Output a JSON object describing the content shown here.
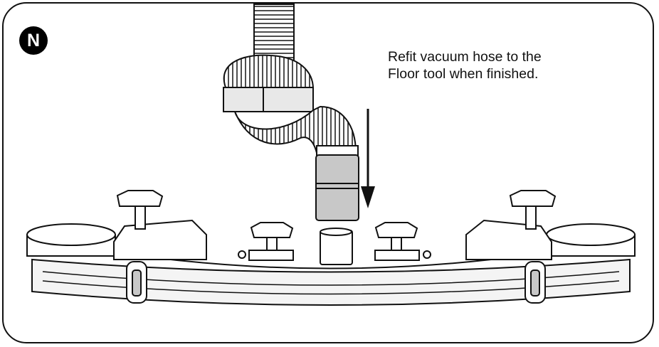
{
  "step": {
    "letter": "N"
  },
  "instruction": {
    "line1": "Refit vacuum hose to the",
    "line2": "Floor tool when finished."
  },
  "icons": {
    "arrow": "down-arrow-icon",
    "hose": "vacuum-hose",
    "tool": "floor-tool"
  },
  "colors": {
    "outline": "#111111",
    "fill": "#ffffff",
    "shade": "#c8c8c8"
  }
}
